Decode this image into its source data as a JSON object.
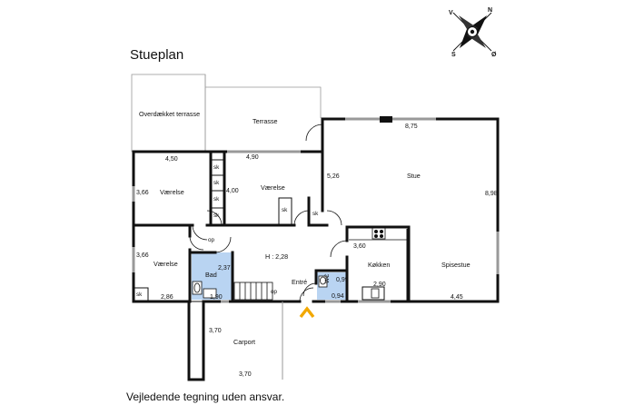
{
  "plan": {
    "title": "Stueplan",
    "disclaimer": "Vejledende tegning uden ansvar."
  },
  "compass": {
    "n": "N",
    "v": "V",
    "s": "S",
    "o": "Ø"
  },
  "rooms": {
    "covered_terrace": "Overdækket terrasse",
    "terrace": "Terrasse",
    "stue": "Stue",
    "vaerelse_1": "Værelse",
    "vaerelse_2": "Værelse",
    "vaerelse_3": "Værelse",
    "hall": "H : 2,28",
    "bad": "Bad",
    "entre": "Entré",
    "kokken": "Køkken",
    "spisestue": "Spisestue",
    "carport": "Carport"
  },
  "dimensions": {
    "stue_width": "8,75",
    "stue_depth": "8,98",
    "stue_side": "5,26",
    "v1_width": "4,50",
    "v1_depth": "3,66",
    "v2_width": "4,90",
    "v2_depth": "4,00",
    "v3_depth": "3,66",
    "v3_width": "2,86",
    "bad_depth": "2,37",
    "bad_width": "1,90",
    "wc_depth": "0,99",
    "wc_width": "0,94",
    "kokken_depth": "3,60",
    "kokken_width": "2,90",
    "spisestue_width": "4,45",
    "carport_depth": "3,70",
    "carport_width": "3,70"
  },
  "fixtures": {
    "sk_1": "sk",
    "sk_2": "sk",
    "sk_3": "sk",
    "sk_4": "sk",
    "sk_5": "sk",
    "sk_6": "sk",
    "sk_7": "sk",
    "op_1": "op",
    "op_2": "op",
    "wc": "WC"
  },
  "colors": {
    "wall": "#111111",
    "window": "#999999",
    "wet_room": "#b9d4f2",
    "entrance_arrow": "#f2a800"
  }
}
